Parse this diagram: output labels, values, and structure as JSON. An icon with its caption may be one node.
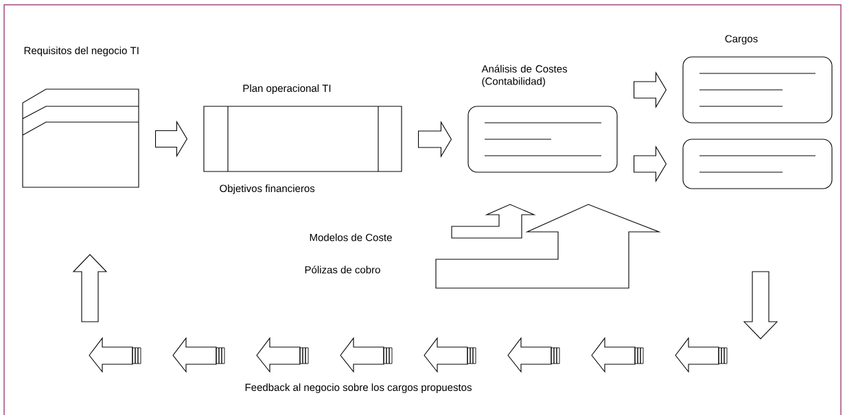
{
  "diagram": {
    "nodes": [
      {
        "text": [
          "Requisitos del negocio TI"
        ]
      },
      {
        "text": [
          "Plan operacional TI"
        ]
      },
      {
        "text": [
          "Análisis de Costes (Contabilidad)"
        ]
      },
      {
        "text": [
          "Cargos"
        ]
      },
      {
        "text": [],
        "shape": "box"
      },
      {
        "text": [
          "Modelos de Coste"
        ]
      },
      {
        "text": [
          "Pólizas de cobro"
        ]
      }
    ],
    "edges": [
      {
        "from": 0,
        "to": 1,
        "arrow": "to"
      },
      {
        "from": 1,
        "to": 2,
        "arrow": "to"
      },
      {
        "from": 2,
        "to": 3,
        "arrow": "to"
      },
      {
        "from": 2,
        "to": 4,
        "arrow": "to"
      },
      {
        "from": 5,
        "to": 2,
        "arrow": "to"
      },
      {
        "from": 6,
        "to": 2,
        "arrow": "to"
      }
    ],
    "labels": [
      "Objetivos financieros",
      "Feedback al negocio sobre los cargos propuestos"
    ]
  }
}
